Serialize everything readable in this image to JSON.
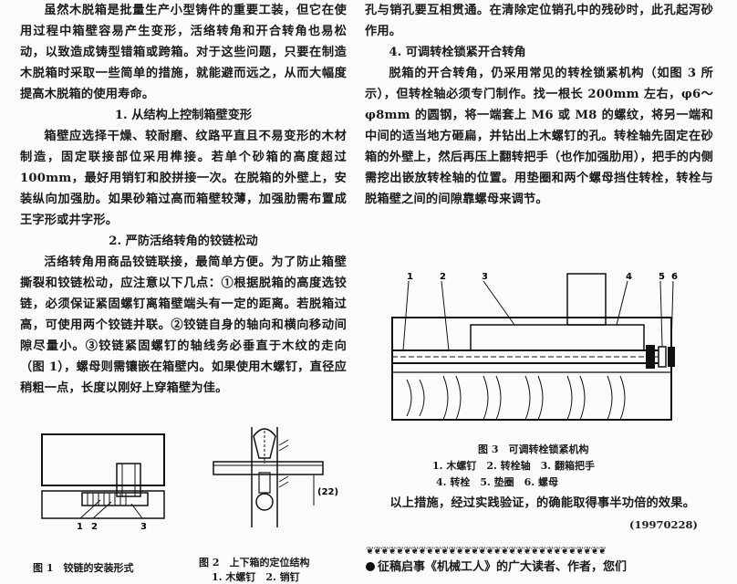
{
  "left_column": {
    "intro": "虽然木脱箱是批量生产小型铸件的重要工装，但它在使用过程中箱壁容易产生变形，活络转角和开合转角也易松动，以致造成铸型错箱或跨箱。对于这些问题，只要在制造木脱箱时采取一些简单的措施，就能避而远之，从而大幅度提高木脱箱的使用寿命。",
    "section1_heading": "1. 从结构上控制箱壁变形",
    "section1_text": "箱壁应选择干燥、较耐磨、纹路平直且不易变形的木材制造，固定联接部位采用榫接。若单个砂箱的高度超过 100mm，最好用销钉和胶拼接一次。在脱箱的外壁上，安装纵向加强肋。如果砂箱过高而箱壁较薄，加强肋需布置成王字形或井字形。",
    "section2_heading": "2. 严防活络转角的铰链松动",
    "section2_text": "活络转角用商品铰链联接，最简单方便。为了防止箱壁撕裂和铰链松动，应注意以下几点：①根据脱箱的高度选铰链，必须保证紧固螺钉离箱壁端头有一定的距离。若脱箱过高，可使用两个铰链并联。②铰链自身的轴向和横向移动间隙尽量小。③铰链紧固螺钉的轴线务必垂直于木纹的走向（图 1），螺母则需镶嵌在箱壁内。如果使用木螺钉，直径应稍粗一点，长度以刚好上穿箱壁为佳。"
  },
  "right_column": {
    "continuation": "孔与销孔要互相贯通。在清除定位销孔中的残砂时，此孔起泻砂作用。",
    "section4_heading": "4. 可调转栓锁紧开合转角",
    "section4_text": "脱箱的开合转角，仍采用常见的转栓锁紧机构（如图 3 所示），但转栓轴必须专门制作。找一根长 200mm 左右，φ6～φ8mm 的圆钢，将一端套上 M6 或 M8 的螺纹，将另一端和中间的适当地方砸扁，并钻出上木螺钉的孔。转栓轴先固定在砂箱的外壁上，然后再压上翻转把手（也作加强肋用），把手的内侧需挖出嵌放转栓轴的位置。用垫圈和两个螺母挡住转栓，转栓与脱箱壁之间的间隙靠螺母来调节。",
    "conclusion": "以上措施，经过实践验证，的确能取得事半功倍的效果。",
    "date_code": "(19970228)",
    "notice": "征稿启事《机械工人》的广大读者、作者，您们"
  },
  "figures": {
    "fig1_caption": "图 1　铰链的安装形式",
    "fig2_caption": "图 2　上下箱的定位结构",
    "fig2_legend_partial": "1. 木螺钉　2. 销钉",
    "fig2_dimension": "(22)",
    "fig3_caption": "图 3　可调转栓锁紧机构",
    "fig3_legend_line1": "1. 木螺钉　2. 转栓轴　3. 翻箱把手",
    "fig3_legend_line2": "4. 转栓　5. 垫圈　6. 螺母",
    "fig1_labels": [
      "1",
      "2",
      "3"
    ],
    "fig3_labels": [
      "1",
      "2",
      "3",
      "4",
      "5",
      "6"
    ]
  },
  "decoration": "❦❦❦❦❦❦❦❦❦❦❦❦❦❦❦❦❦❦❦❦❦❦❦❦❦❦❦❦❦❦❦❦"
}
